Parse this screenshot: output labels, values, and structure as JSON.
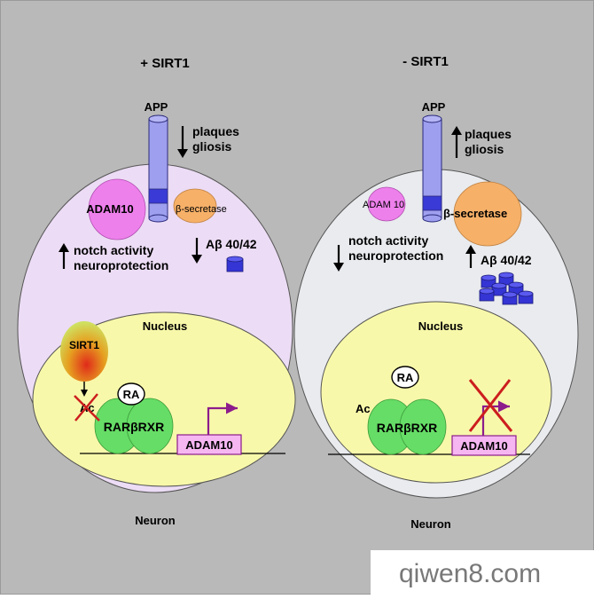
{
  "colors": {
    "background": "#b9b9b9",
    "cell_left": "#ecdcf5",
    "cell_right": "#e9ebee",
    "nucleus": "#f8f8aa",
    "cylinder": "#9f9ff0",
    "cylinder_band": "#3a3ad6",
    "adam10_blob": "#ee80ec",
    "secretase_blob": "#f6b068",
    "rar_rxr": "#66dd66",
    "abeta": "#3535d5",
    "marker": "#cc1e1e",
    "promoter_arrow": "#8c1c8c",
    "gene_box": "#f6b6f1"
  },
  "left": {
    "title": "+ SIRT1",
    "app_label": "APP",
    "plaques": "plaques",
    "gliosis": "gliosis",
    "adam10_blob": "ADAM10",
    "secretase": "β-secretase",
    "abeta": "Aβ 40/42",
    "notch": "notch activity",
    "neuro": "neuroprotection",
    "nucleus": "Nucleus",
    "sirt1": "SIRT1",
    "ac": "Ac",
    "ra": "RA",
    "rar_rxr": "RARβRXR",
    "adam10_gene": "ADAM10",
    "neuron": "Neuron"
  },
  "right": {
    "title": "- SIRT1",
    "app_label": "APP",
    "plaques": "plaques",
    "gliosis": "gliosis",
    "adam10_blob": "ADAM 10",
    "secretase": "β-secretase",
    "abeta": "Aβ 40/42",
    "notch": "notch activity",
    "neuro": "neuroprotection",
    "nucleus": "Nucleus",
    "ac": "Ac",
    "ra": "RA",
    "rar_rxr": "RARβRXR",
    "adam10_gene": "ADAM10",
    "neuron": "Neuron"
  },
  "watermark": "qiwen8.com"
}
